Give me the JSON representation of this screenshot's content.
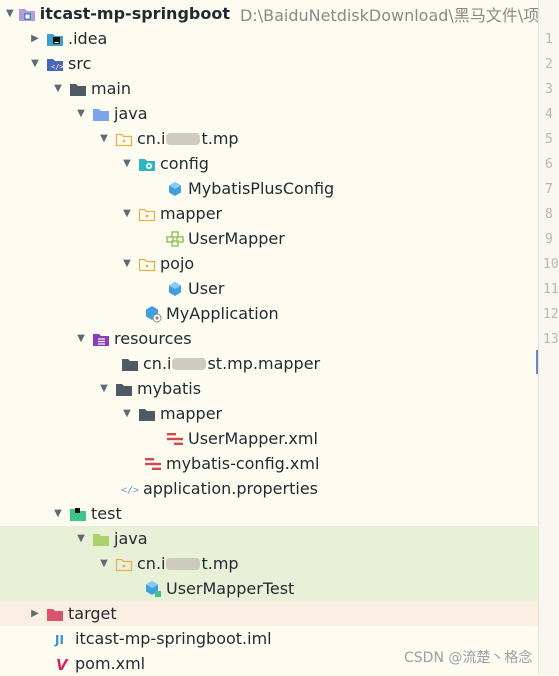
{
  "colors": {
    "background": "#fefcf0",
    "test_highlight": "#e9f0d8",
    "excluded_highlight": "#fbeee3",
    "folder_gray": "#4e5b66",
    "package_yellow": "#e7b14a",
    "class_blue": "#3fa0e0",
    "xml_red": "#d24b4b",
    "test_green": "#3ec48b"
  },
  "tree": {
    "root": {
      "label": "itcast-mp-springboot",
      "path": "D:\\BaiduNetdiskDownload\\黑马文件\\项目"
    },
    "items": [
      {
        "label": "idea",
        "icon": "idea-folder-icon"
      },
      {
        "label": "src",
        "icon": "source-folder-icon"
      },
      {
        "label": "main",
        "icon": "folder-icon"
      },
      {
        "label": "java",
        "icon": "source-root-icon"
      },
      {
        "label_prefix": "cn.i",
        "label_suffix": "t.mp",
        "icon": "package-icon"
      },
      {
        "label": "config",
        "icon": "config-package-icon"
      },
      {
        "label": "MybatisPlusConfig",
        "icon": "class-icon"
      },
      {
        "label": "mapper",
        "icon": "package-icon"
      },
      {
        "label": "UserMapper",
        "icon": "interface-icon"
      },
      {
        "label": "pojo",
        "icon": "package-icon"
      },
      {
        "label": "User",
        "icon": "class-icon"
      },
      {
        "label": "MyApplication",
        "icon": "spring-app-icon"
      },
      {
        "label": "resources",
        "icon": "resources-folder-icon"
      },
      {
        "label_prefix": "cn.i",
        "label_suffix": "st.mp.mapper",
        "icon": "folder-icon"
      },
      {
        "label": "mybatis",
        "icon": "folder-icon"
      },
      {
        "label": "mapper",
        "icon": "folder-icon"
      },
      {
        "label": "UserMapper.xml",
        "icon": "mybatis-xml-icon"
      },
      {
        "label": "mybatis-config.xml",
        "icon": "mybatis-xml-icon"
      },
      {
        "label": "application.properties",
        "icon": "properties-icon"
      },
      {
        "label": "test",
        "icon": "test-folder-icon"
      },
      {
        "label": "java",
        "icon": "test-source-root-icon"
      },
      {
        "label_prefix": "cn.i",
        "label_suffix": "t.mp",
        "icon": "package-icon"
      },
      {
        "label": "UserMapperTest",
        "icon": "test-class-icon"
      },
      {
        "label": "target",
        "icon": "excluded-folder-icon"
      },
      {
        "label": "itcast-mp-springboot.iml",
        "icon": "iml-icon"
      },
      {
        "label": "pom.xml",
        "icon": "maven-icon"
      }
    ]
  },
  "gutter": {
    "line_numbers": [
      "1",
      "2",
      "3",
      "4",
      "5",
      "6",
      "7",
      "8",
      "9",
      "10",
      "11",
      "12",
      "13"
    ]
  },
  "watermark": "CSDN @流楚丶格念"
}
